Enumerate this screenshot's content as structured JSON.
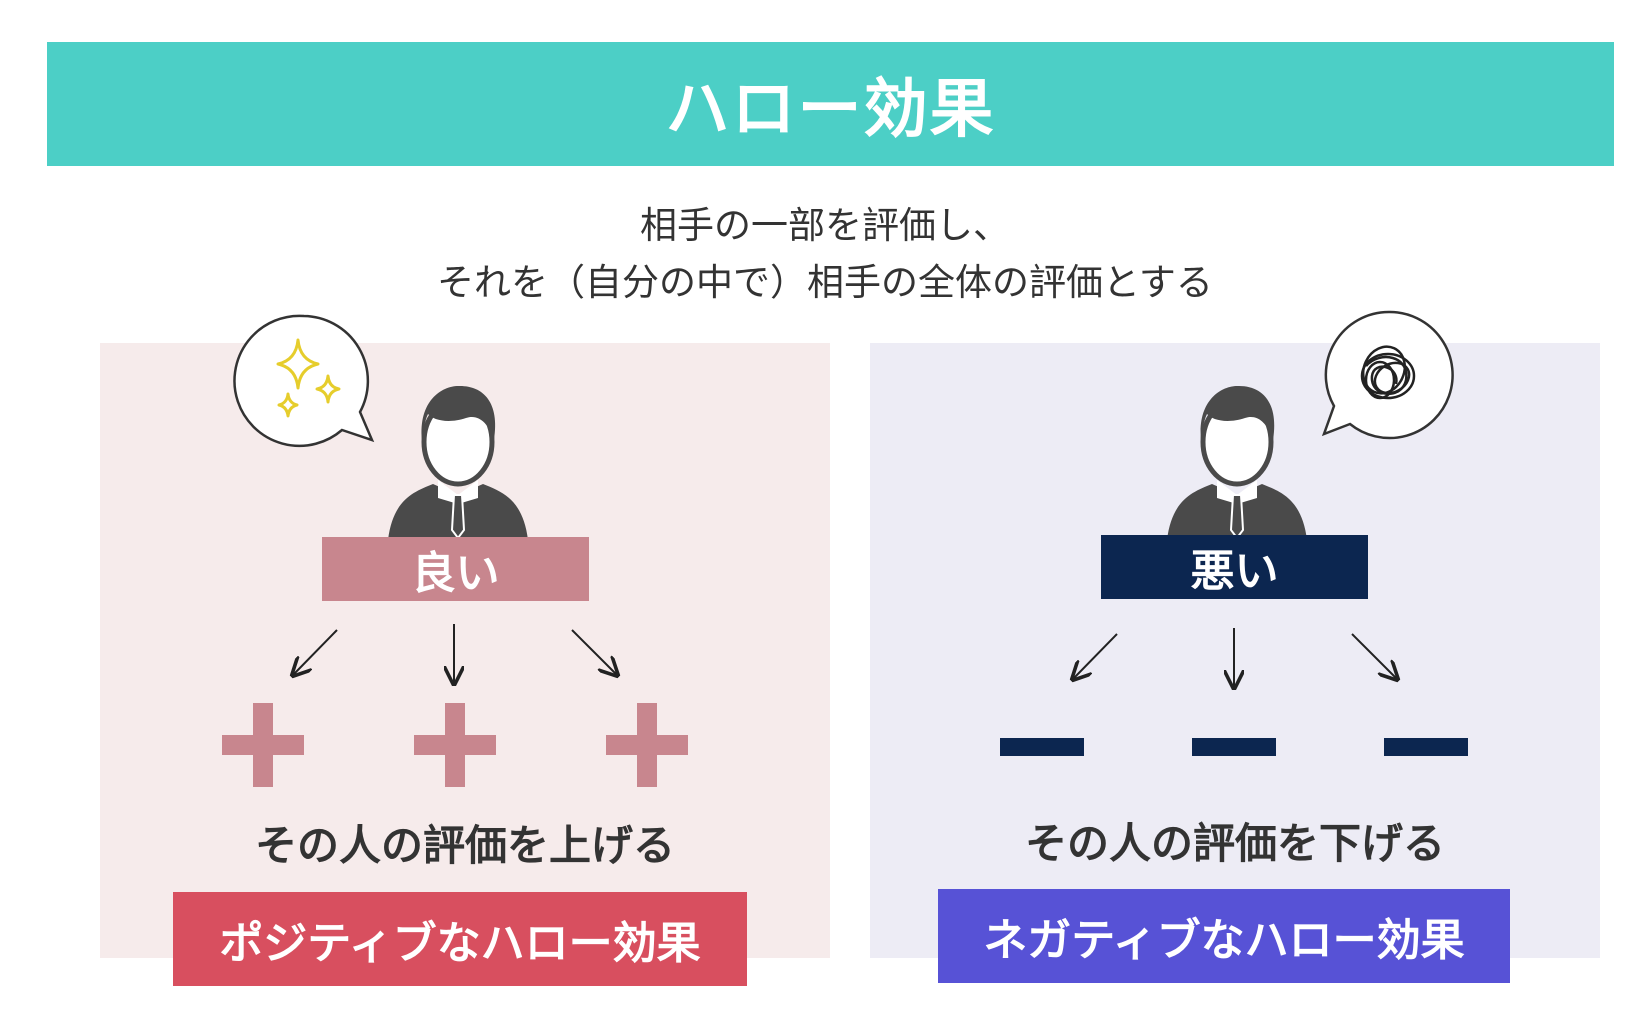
{
  "title": "ハロー効果",
  "description": {
    "line1": "相手の一部を評価し、",
    "line2": "それを（自分の中で）相手の全体の評価とする"
  },
  "positive": {
    "label": "良い",
    "result": "その人の評価を上げる",
    "effect": "ポジティブなハロー効果",
    "sign": "plus",
    "colors": {
      "panel": "#f6ebeb",
      "label": "#c8868e",
      "effect": "#d84f5f",
      "sign": "#c8868e"
    },
    "bubble_icon": "sparkle-icon"
  },
  "negative": {
    "label": "悪い",
    "result": "その人の評価を下げる",
    "effect": "ネガティブなハロー効果",
    "sign": "minus",
    "colors": {
      "panel": "#edecf5",
      "label": "#0c2650",
      "effect": "#5752d6",
      "sign": "#0c2650"
    },
    "bubble_icon": "scribble-icon"
  },
  "colors": {
    "title_banner": "#4ccfc6"
  }
}
